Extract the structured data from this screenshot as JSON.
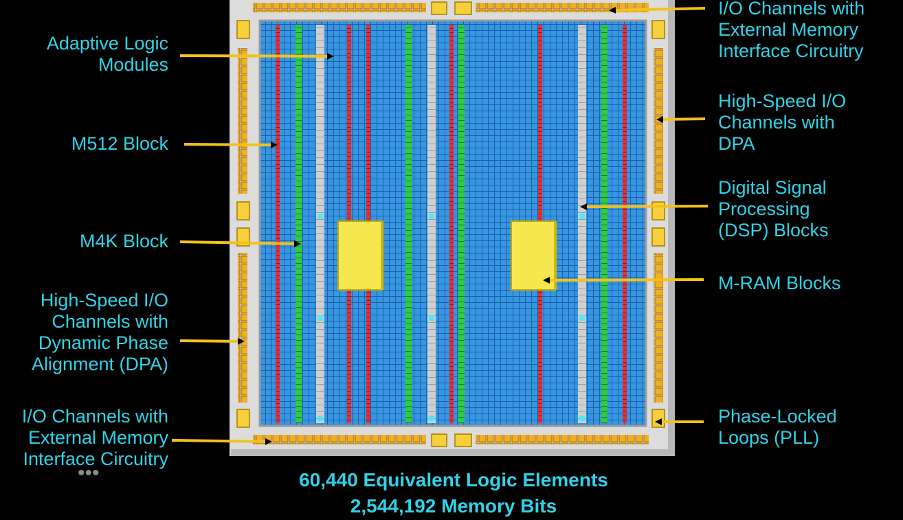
{
  "labels": {
    "adaptive_logic_modules": [
      "Adaptive Logic",
      "Modules"
    ],
    "m512_block": [
      "M512 Block"
    ],
    "m4k_block": [
      "M4K Block"
    ],
    "hs_io_dpa_left": [
      "High-Speed I/O",
      "Channels with",
      "Dynamic Phase",
      "Alignment (DPA)"
    ],
    "io_ext_mem_left": [
      "I/O Channels with",
      "External Memory",
      "Interface Circuitry"
    ],
    "io_ext_mem_right": [
      "I/O Channels with",
      "External Memory",
      "Interface Circuitry"
    ],
    "hs_io_dpa_right": [
      "High-Speed I/O",
      "Channels with",
      "DPA"
    ],
    "dsp_blocks": [
      "Digital Signal",
      "Processing",
      "(DSP) Blocks"
    ],
    "mram_blocks": [
      "M-RAM Blocks"
    ],
    "pll": [
      "Phase-Locked",
      "Loops (PLL)"
    ]
  },
  "caption": {
    "logic_elements": "60,440 Equivalent Logic Elements",
    "memory_bits": "2,544,192 Memory Bits"
  },
  "colors": {
    "label_text": "#2fd3e8",
    "arrow": "#f2c21b",
    "logic_fabric": "#2a86d6",
    "m512_column": "#e0303a",
    "m4k_column": "#2ecc40",
    "dsp_column": "#c8c8c8",
    "mram_block": "#f5e44a",
    "io_pad": "#f0b020",
    "die_border": "#d8d8d8"
  }
}
